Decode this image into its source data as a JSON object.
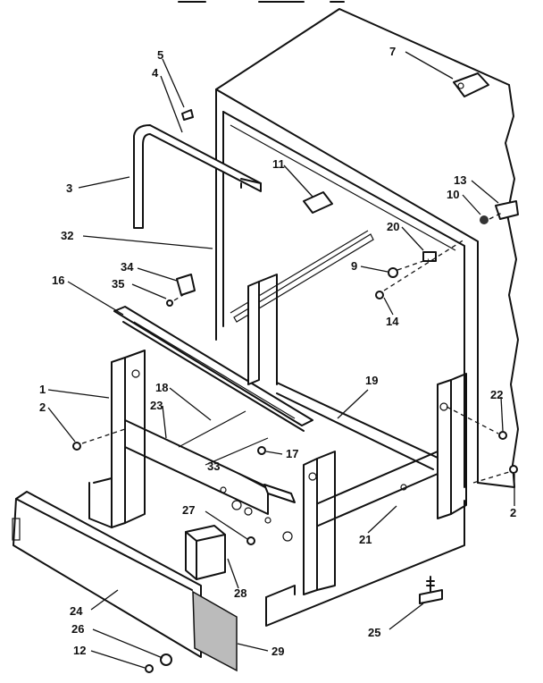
{
  "labels": {
    "p1": "1",
    "p2a": "2",
    "p2b": "2",
    "p3": "3",
    "p4": "4",
    "p5": "5",
    "p7": "7",
    "p9": "9",
    "p10": "10",
    "p11": "11",
    "p12": "12",
    "p13": "13",
    "p14": "14",
    "p16": "16",
    "p17": "17",
    "p18": "18",
    "p19": "19",
    "p20": "20",
    "p21": "21",
    "p22": "22",
    "p23": "23",
    "p24": "24",
    "p25": "25",
    "p26": "26",
    "p27": "27",
    "p28": "28",
    "p29": "29",
    "p32": "32",
    "p33": "33",
    "p34": "34",
    "p35": "35"
  }
}
